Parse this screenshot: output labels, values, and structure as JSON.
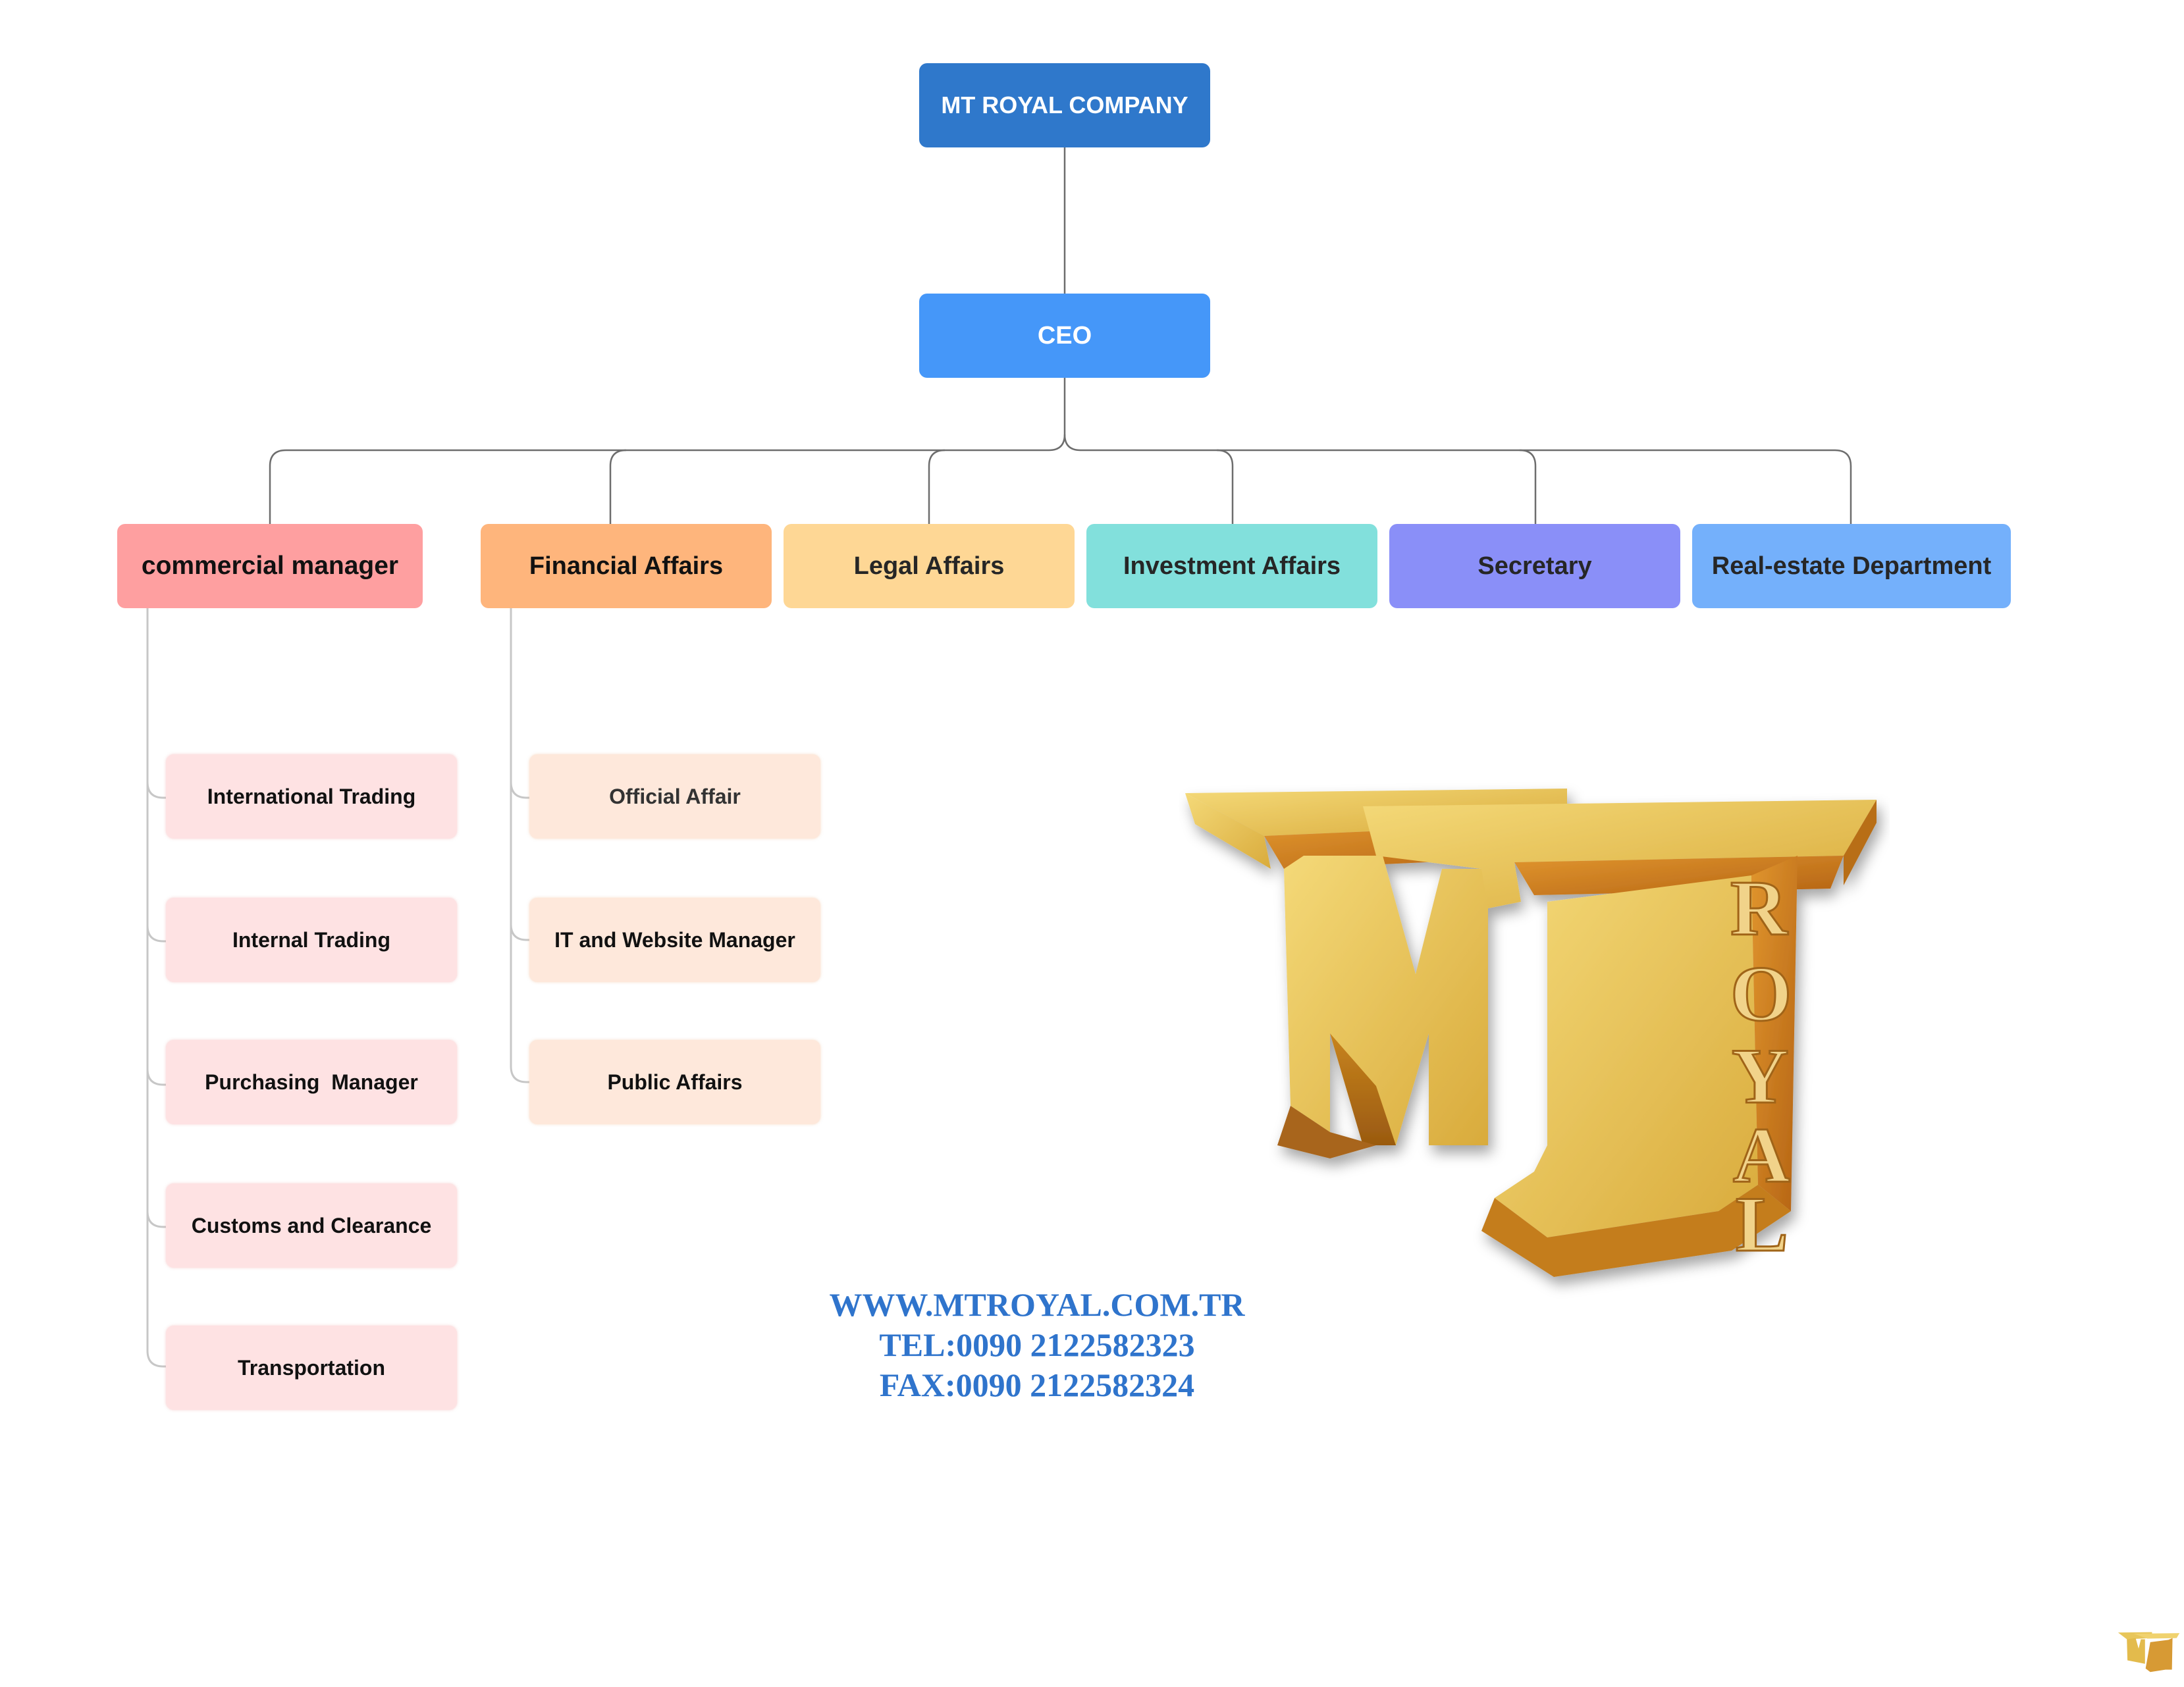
{
  "org": {
    "root": "MT ROYAL COMPANY",
    "ceo": "CEO",
    "departments": [
      {
        "label": "commercial manager",
        "color": "#fe9fa0"
      },
      {
        "label": "Financial Affairs",
        "color": "#feb57c"
      },
      {
        "label": "Legal Affairs",
        "color": "#fed795"
      },
      {
        "label": "Investment Affairs",
        "color": "#82e0dc"
      },
      {
        "label": "Secretary",
        "color": "#8a8ff8"
      },
      {
        "label": "Real-estate Department",
        "color": "#74b0fb"
      }
    ],
    "commercial_children": [
      "International Trading",
      "Internal Trading",
      "Purchasing  Manager",
      "Customs and Clearance",
      "Transportation"
    ],
    "financial_children": [
      "Official Affair",
      "IT and Website Manager",
      "Public Affairs"
    ]
  },
  "contact": {
    "website": "WWW.MTROYAL.COM.TR",
    "tel": "TEL:0090 2122582323",
    "fax": "FAX:0090 2122582324"
  },
  "logo": {
    "letters": "MT",
    "word": "ROYAL",
    "colors": {
      "gold_light": "#e8c65a",
      "gold_dark": "#c57a1c"
    }
  }
}
